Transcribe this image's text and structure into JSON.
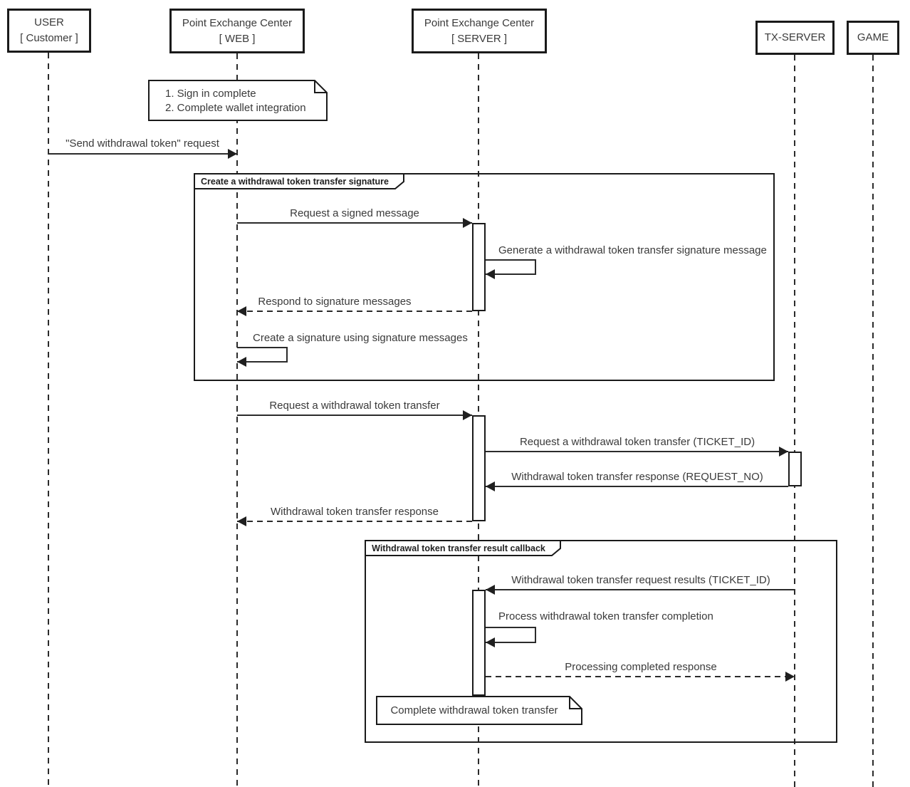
{
  "diagram": {
    "kind": "uml-sequence-diagram",
    "colors": {
      "line": "#2b2b2b",
      "border": "#1a1a1a",
      "text": "#3a3a3a",
      "background": "#ffffff"
    },
    "actors": [
      {
        "name": "USER",
        "sub": "[ Customer ]"
      },
      {
        "name": "Point Exchange Center",
        "sub": "[ WEB ]"
      },
      {
        "name": "Point Exchange Center",
        "sub": "[ SERVER ]"
      },
      {
        "name": "TX-SERVER",
        "sub": ""
      },
      {
        "name": "GAME",
        "sub": ""
      }
    ],
    "notes": [
      {
        "lines": [
          "1. Sign in complete",
          "2. Complete wallet integration"
        ]
      },
      {
        "lines": [
          "Complete withdrawal token transfer"
        ]
      }
    ],
    "fragments": [
      {
        "label": "Create a withdrawal token transfer signature"
      },
      {
        "label": "Withdrawal token transfer result callback"
      }
    ],
    "messages": [
      {
        "text": "\"Send withdrawal token\" request",
        "from": "USER [ Customer ]",
        "to": "Point Exchange Center [ WEB ]",
        "style": "solid-arrow"
      },
      {
        "text": "Request a signed message",
        "from": "Point Exchange Center [ WEB ]",
        "to": "Point Exchange Center [ SERVER ]",
        "style": "solid-arrow"
      },
      {
        "text": "Generate a withdrawal token transfer signature message",
        "from": "Point Exchange Center [ SERVER ]",
        "to": "Point Exchange Center [ SERVER ]",
        "style": "self-message"
      },
      {
        "text": "Respond to signature messages",
        "from": "Point Exchange Center [ SERVER ]",
        "to": "Point Exchange Center [ WEB ]",
        "style": "dashed-arrow"
      },
      {
        "text": "Create a signature using signature messages",
        "from": "Point Exchange Center [ WEB ]",
        "to": "Point Exchange Center [ WEB ]",
        "style": "self-message"
      },
      {
        "text": "Request a withdrawal token transfer",
        "from": "Point Exchange Center [ WEB ]",
        "to": "Point Exchange Center [ SERVER ]",
        "style": "solid-arrow"
      },
      {
        "text": "Request a withdrawal token transfer (TICKET_ID)",
        "from": "Point Exchange Center [ SERVER ]",
        "to": "TX-SERVER",
        "style": "solid-arrow"
      },
      {
        "text": "Withdrawal token transfer response (REQUEST_NO)",
        "from": "TX-SERVER",
        "to": "Point Exchange Center [ SERVER ]",
        "style": "solid-arrow"
      },
      {
        "text": "Withdrawal token transfer response",
        "from": "Point Exchange Center [ SERVER ]",
        "to": "Point Exchange Center [ WEB ]",
        "style": "dashed-arrow"
      },
      {
        "text": "Withdrawal token transfer request results (TICKET_ID)",
        "from": "TX-SERVER",
        "to": "Point Exchange Center [ SERVER ]",
        "style": "solid-arrow"
      },
      {
        "text": "Process withdrawal token transfer completion",
        "from": "Point Exchange Center [ SERVER ]",
        "to": "Point Exchange Center [ SERVER ]",
        "style": "self-message"
      },
      {
        "text": "Processing completed response",
        "from": "Point Exchange Center [ SERVER ]",
        "to": "TX-SERVER",
        "style": "dashed-arrow"
      }
    ]
  }
}
